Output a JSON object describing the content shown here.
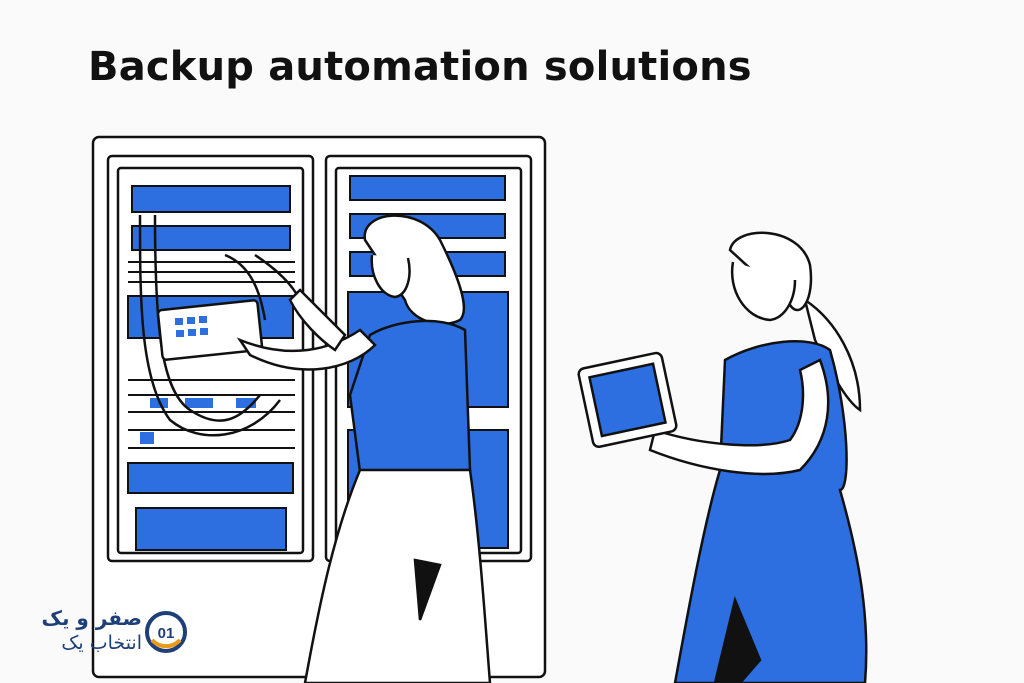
{
  "title": "Backup automation solutions",
  "logo": {
    "line1": "صفر و یک",
    "line2": "انتخاب یک",
    "mark": "01"
  },
  "colors": {
    "accent": "#2d6ee0",
    "ink": "#111111",
    "background": "#fafafa",
    "logo": "#1f3f7a"
  }
}
